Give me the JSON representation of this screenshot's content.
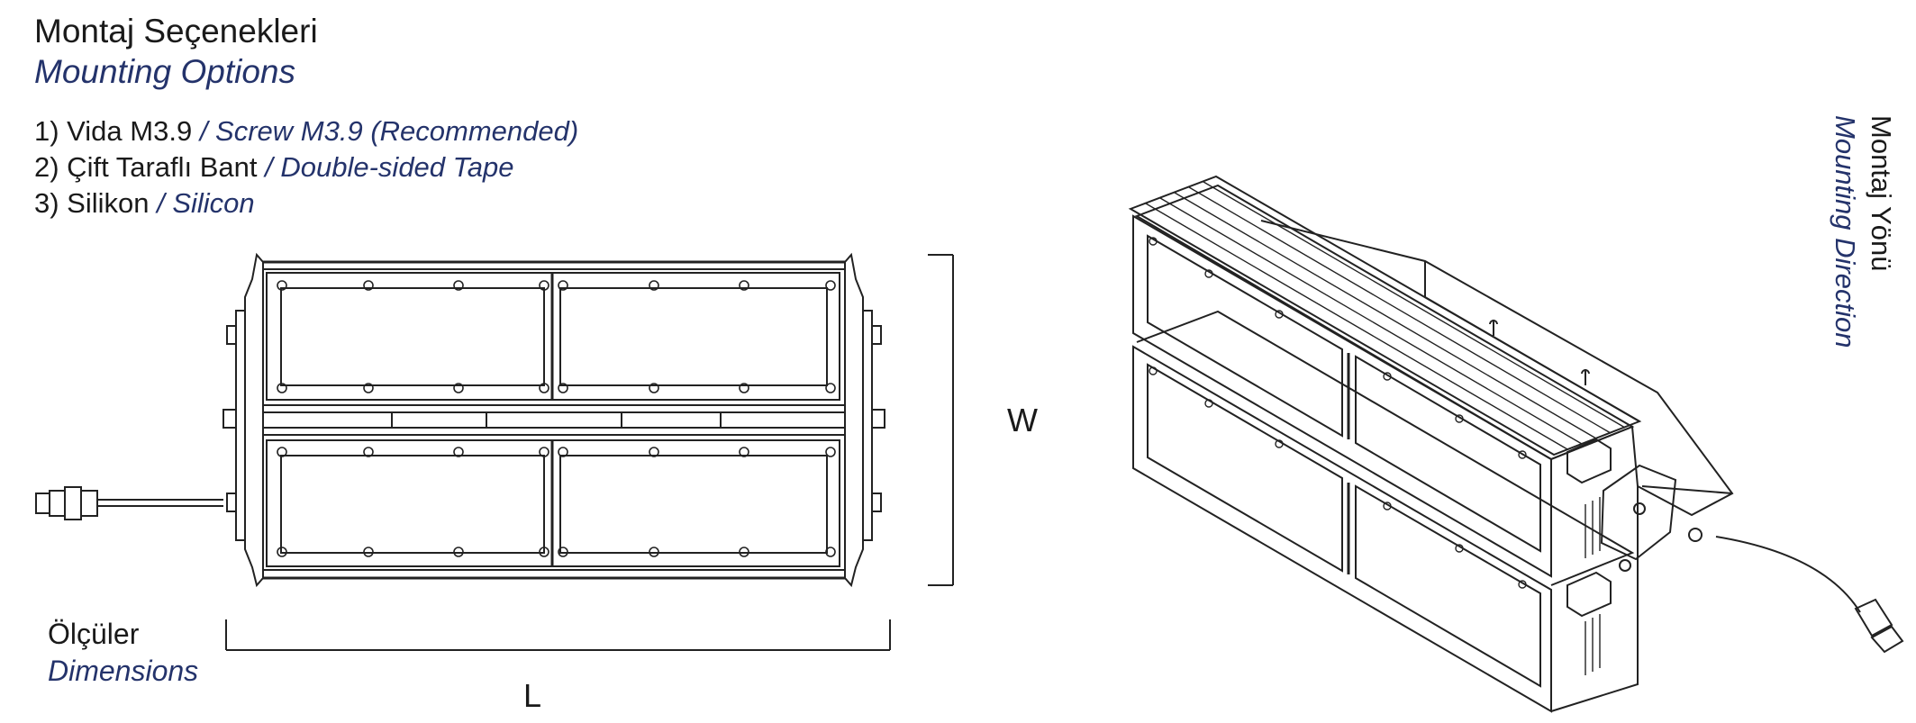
{
  "mounting_options": {
    "title_tr": "Montaj Seçenekleri",
    "title_en": "Mounting Options",
    "items": [
      {
        "tr": "1) Vida M3.9",
        "en": " / Screw M3.9 (Recommended)"
      },
      {
        "tr": "2) Çift Taraflı Bant",
        "en": " / Double-sided Tape"
      },
      {
        "tr": "3) Silikon",
        "en": " / Silicon"
      }
    ]
  },
  "dimensions": {
    "title_tr": "Ölçüler",
    "title_en": "Dimensions",
    "width_label": "W",
    "length_label": "L"
  },
  "mounting_direction": {
    "title_tr": "Montaj Yönü",
    "title_en": "Mounting Direction"
  },
  "colors": {
    "text": "#1a1a1a",
    "english_text": "#24336b",
    "line": "#222222"
  }
}
